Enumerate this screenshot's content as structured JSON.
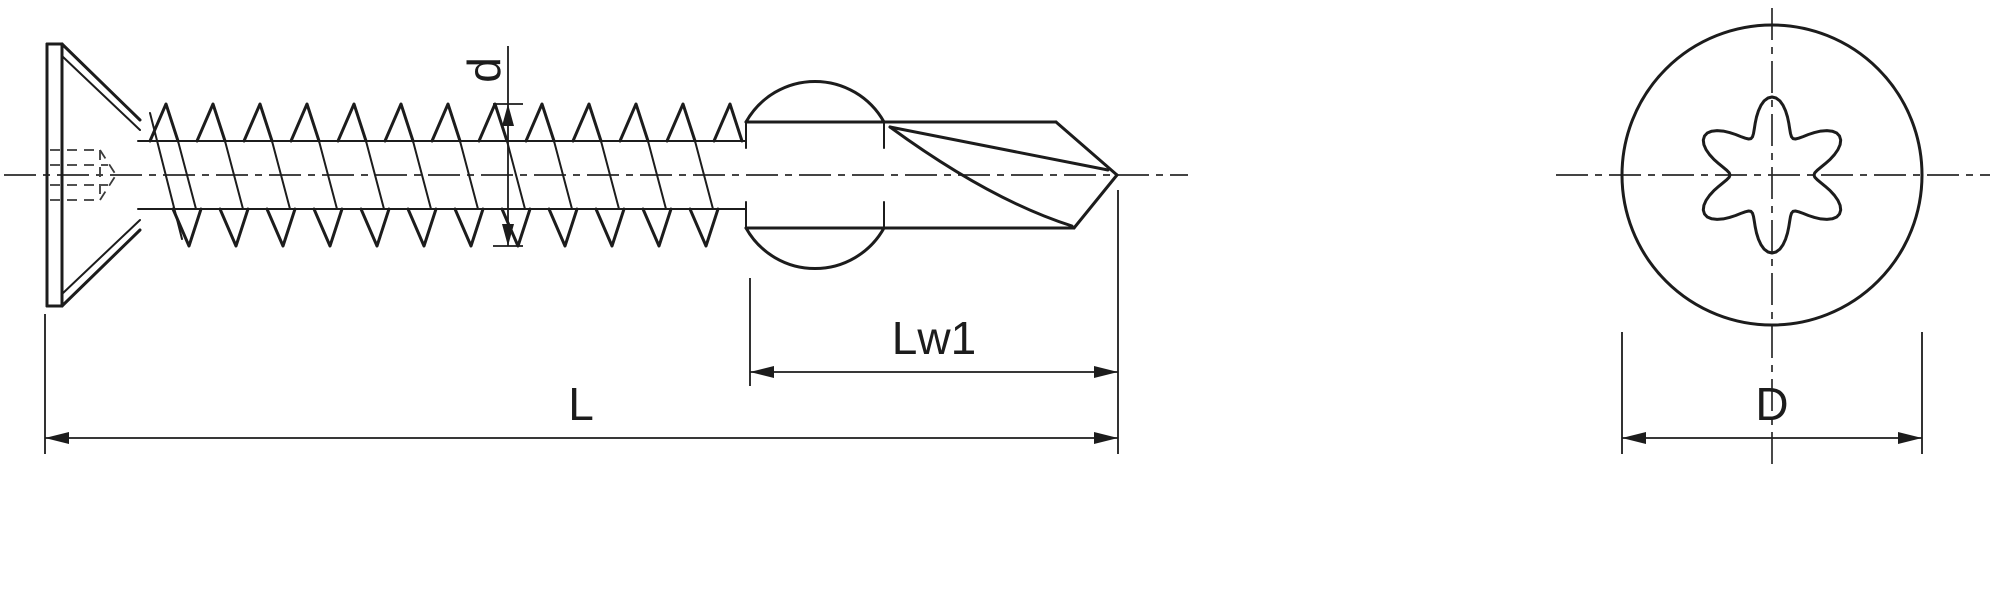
{
  "drawing": {
    "kind": "technical-drawing",
    "views": 2
  },
  "labels": {
    "thread_diameter": "d",
    "drill_point_length": "Lw1",
    "total_length": "L",
    "head_diameter": "D"
  },
  "colors": {
    "line": "#1c1c1c",
    "background": "#ffffff"
  }
}
